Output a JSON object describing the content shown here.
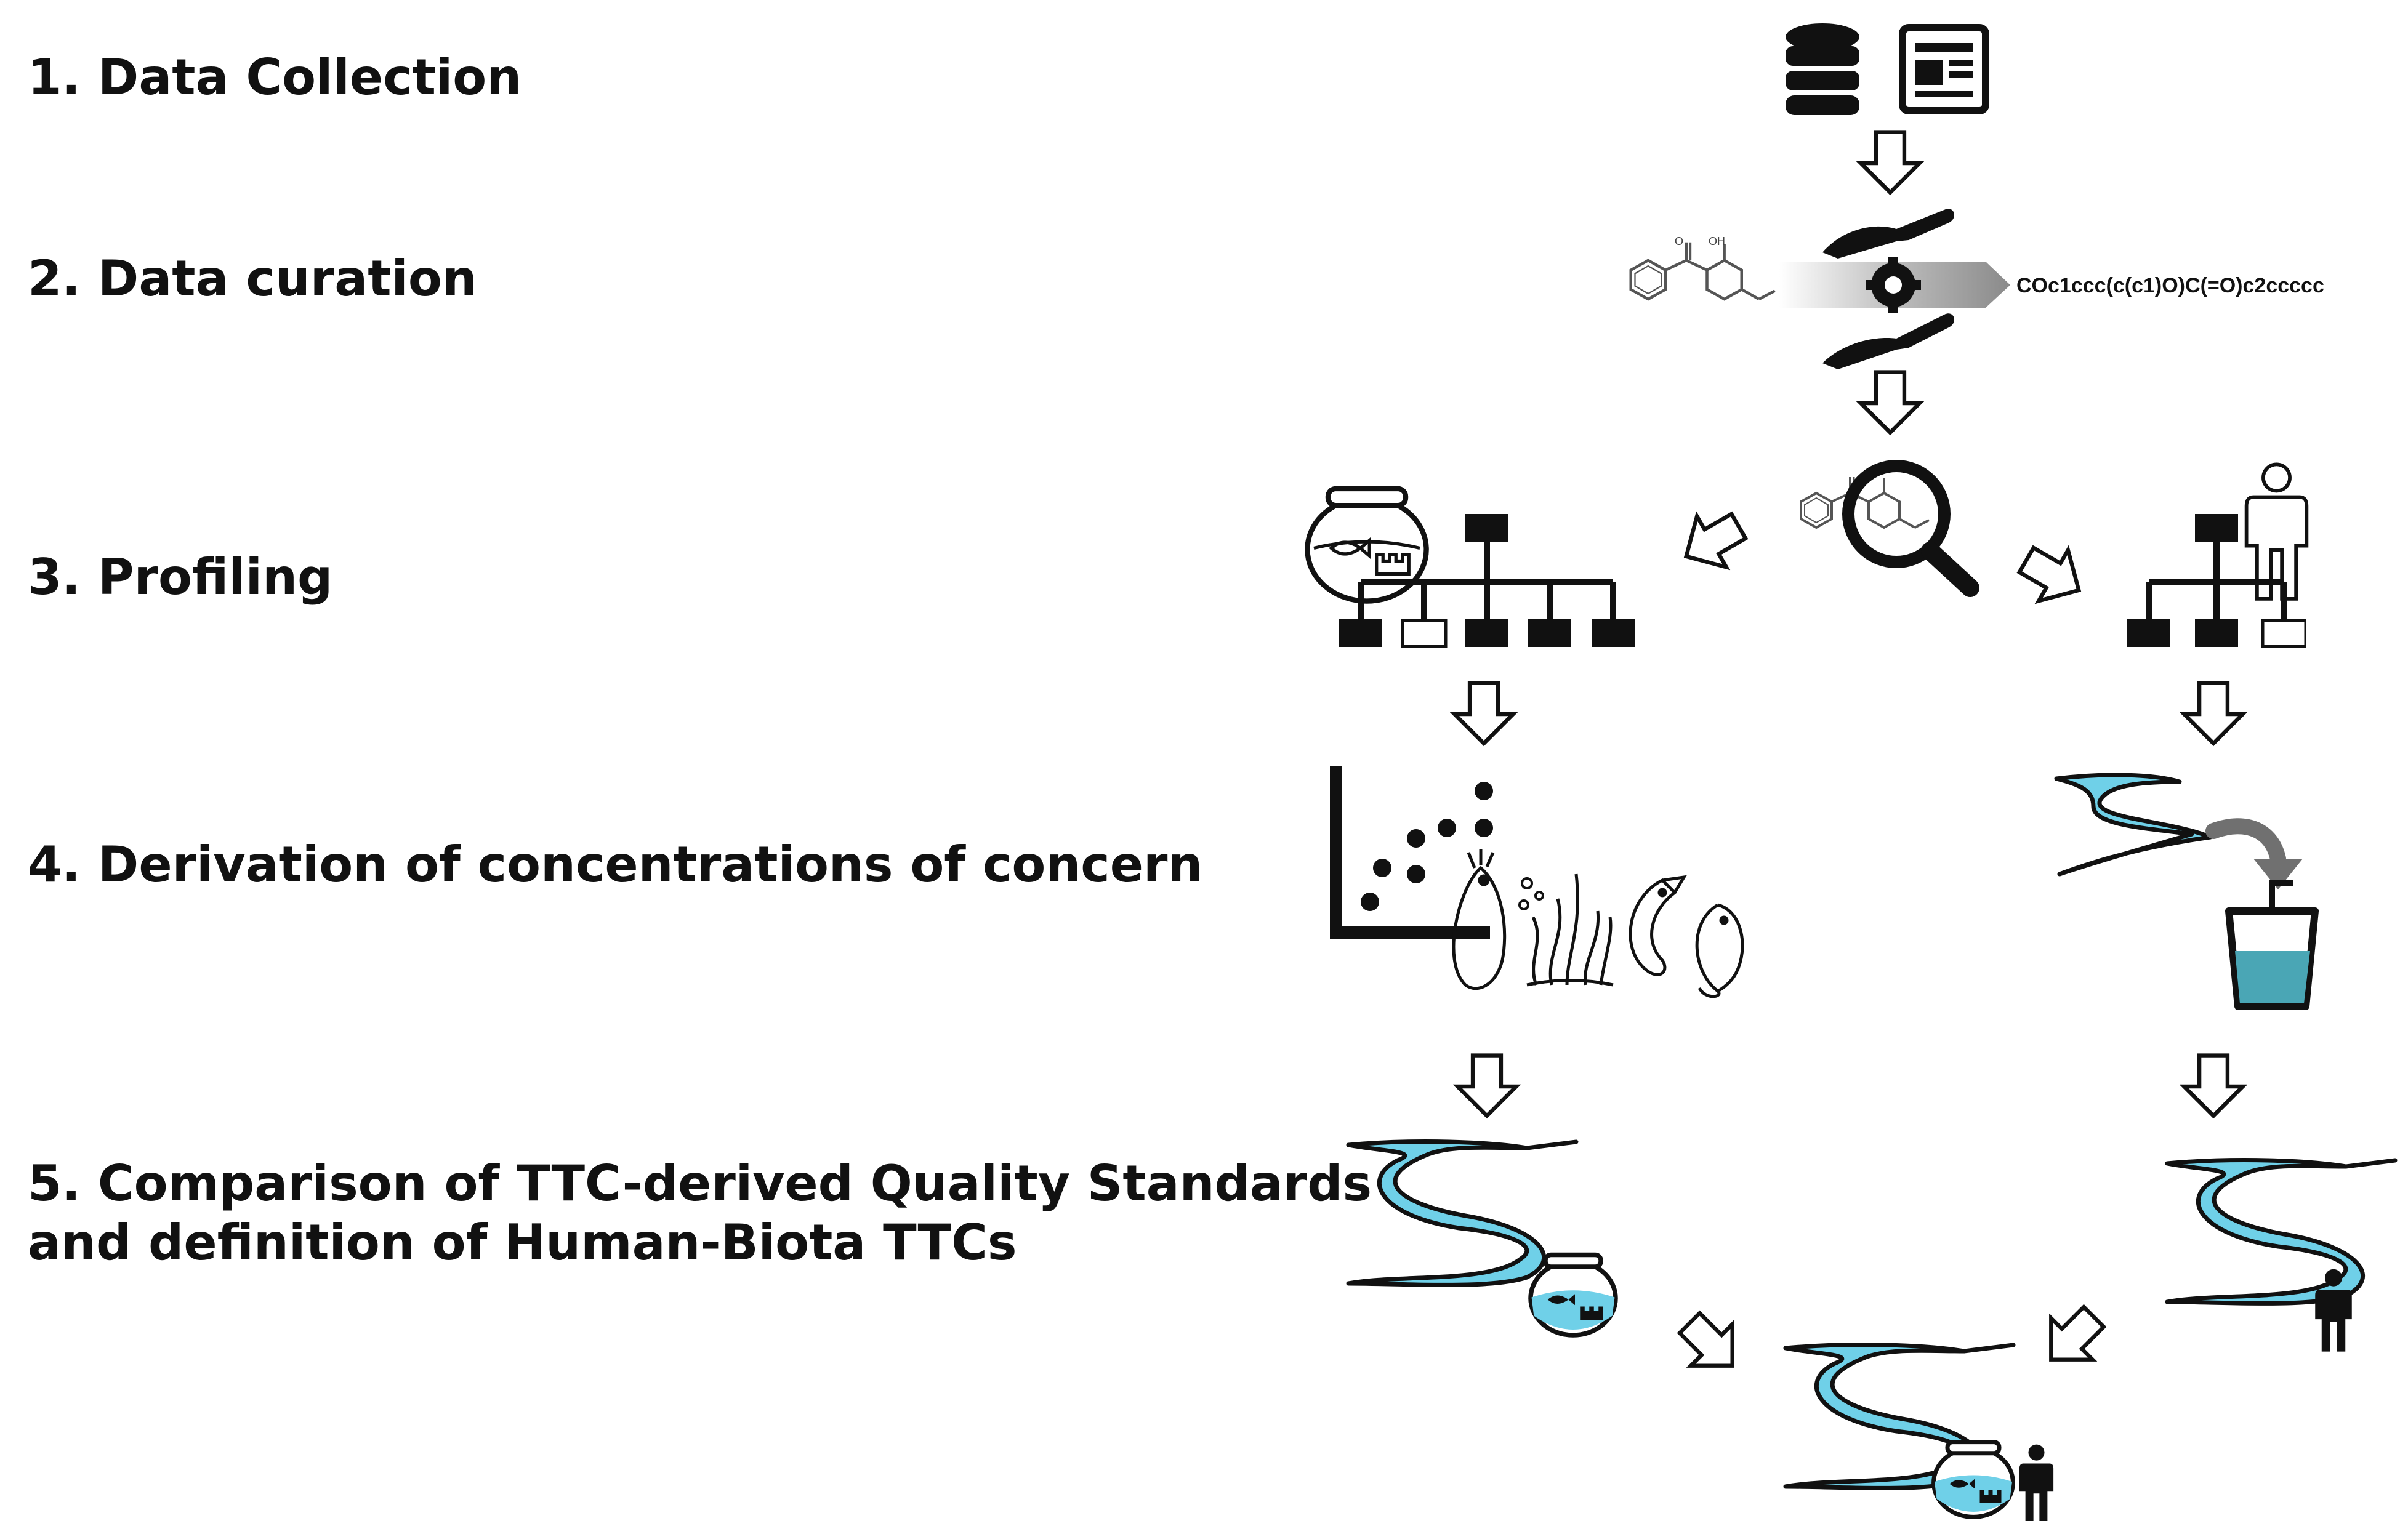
{
  "steps": [
    {
      "label": "1. Data Collection"
    },
    {
      "label": "2. Data curation"
    },
    {
      "label": "3. Profiling"
    },
    {
      "label": "4. Derivation of concentrations of concern"
    },
    {
      "label": "5. Comparison of TTC-derived Quality Standards",
      "label2": "and definition of Human-Biota TTCs"
    }
  ],
  "smiles": "COc1ccc(c(c1)O)C(=O)c2ccccc",
  "molecule_labels": {
    "oxygen": "O",
    "hydroxyl": "OH"
  },
  "colors": {
    "water": "#6fd0e8",
    "water_dark": "#1a1a1a",
    "drink": "#4aa6b5",
    "ink": "#111111",
    "arrow_gray": "#707070"
  },
  "icons": [
    "database-icon",
    "document-icon",
    "hands-gear-icon",
    "magnifier-icon",
    "fishbowl-icon",
    "person-icon",
    "river-icon",
    "drink-glass-icon",
    "daphnia-icon",
    "algae-icon",
    "fish-icon",
    "scatter-plot-icon",
    "tree-hierarchy-icon"
  ]
}
